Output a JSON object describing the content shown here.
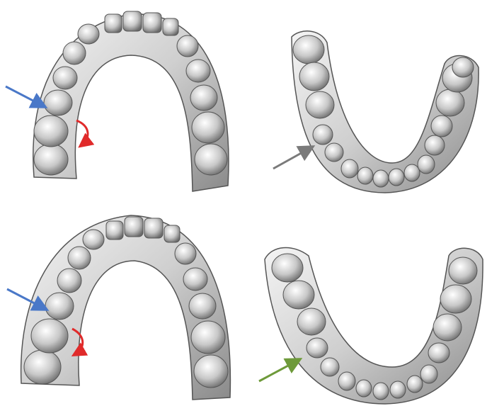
{
  "colors": {
    "background": "#ffffff",
    "model_light": "#f2f2f2",
    "model_mid": "#bdbdbd",
    "model_dark": "#6e6e6e",
    "model_shadow": "#3a3a3a",
    "arrow_blue": "#4a78c8",
    "arrow_red": "#e02a2a",
    "arrow_gray": "#7a7a7a",
    "arrow_green": "#6e9a3a"
  },
  "panels": [
    {
      "name": "upper-arch-top-left",
      "arrows": [
        "blue",
        "red-curved"
      ]
    },
    {
      "name": "lower-arch-top-right",
      "arrows": [
        "gray"
      ]
    },
    {
      "name": "upper-arch-bottom-left",
      "arrows": [
        "blue",
        "red-curved"
      ]
    },
    {
      "name": "lower-arch-bottom-right",
      "arrows": [
        "green"
      ]
    }
  ]
}
